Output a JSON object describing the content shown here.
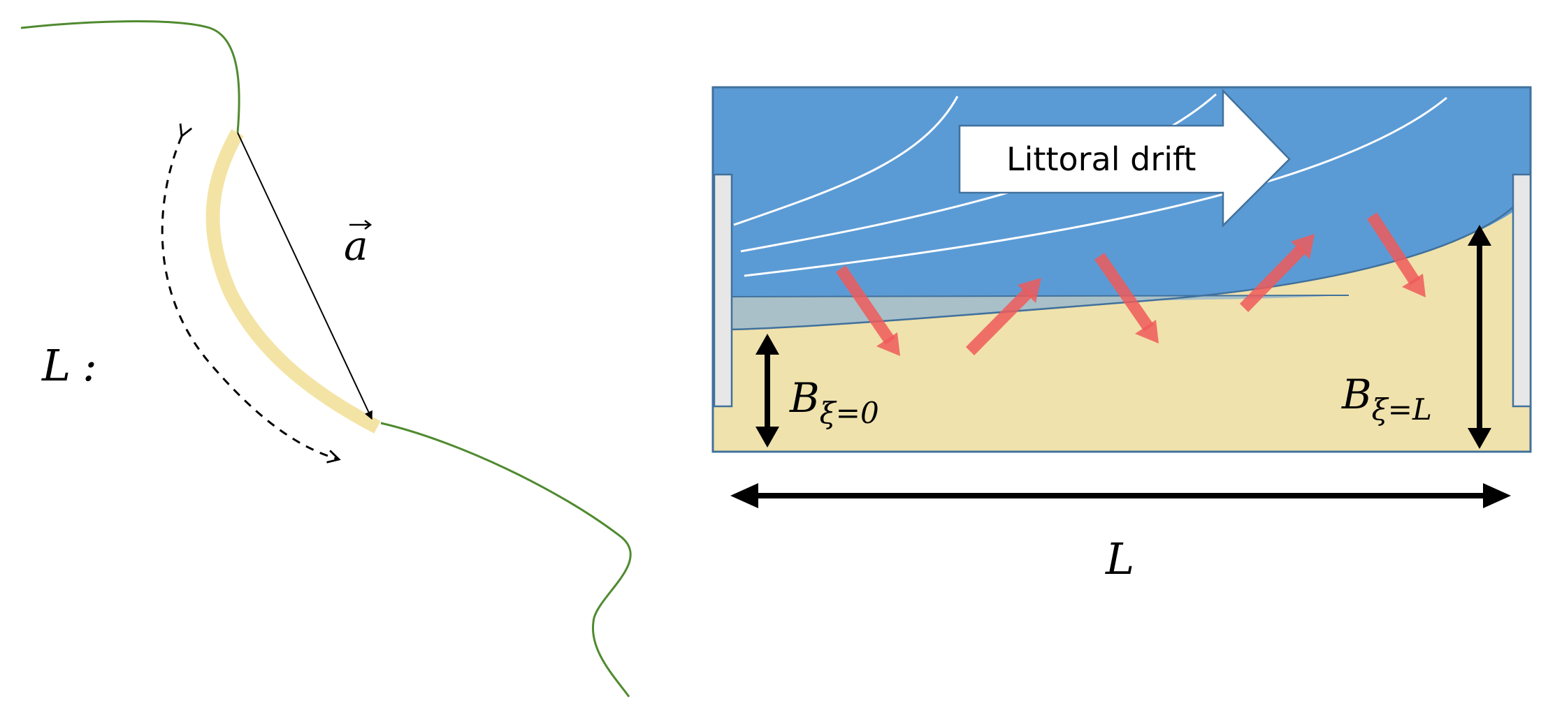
{
  "left_panel": {
    "vector_symbol": "a",
    "length_label": "L",
    "colon": ":"
  },
  "right_panel": {
    "drift_label": "Littoral drift",
    "width_left_base": "B",
    "width_left_sub": "ξ=0",
    "width_right_base": "B",
    "width_right_sub": "ξ=L",
    "length_label": "L"
  },
  "colors": {
    "coastline": "#4f8a2f",
    "highlight_segment": "#f3e4a6",
    "sea": "#5b9bd5",
    "sand": "#f0e2ac",
    "groin": "#e7e7e7",
    "wave_arrows": "#ef5a5a",
    "drift_arrow_fill": "#ffffff",
    "outline": "#41719c"
  }
}
